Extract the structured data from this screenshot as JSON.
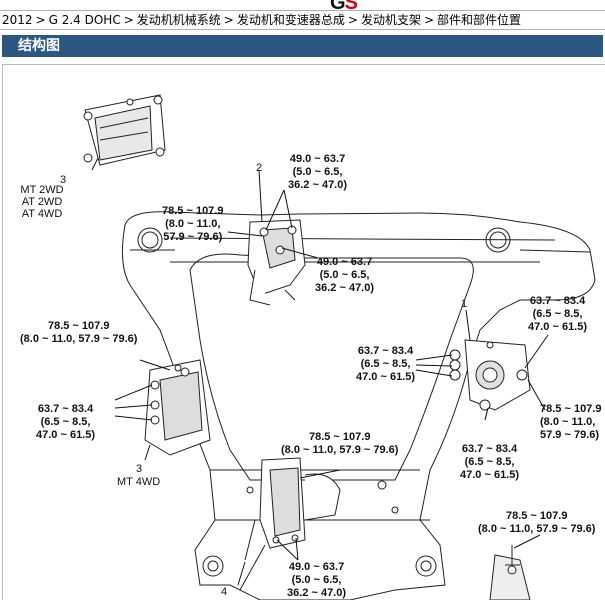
{
  "breadcrumb": {
    "items": [
      "2012",
      "G 2.4 DOHC",
      "发动机机械系统",
      "发动机和变速器总成",
      "发动机支架",
      "部件和部件位置"
    ],
    "separator": ">"
  },
  "section": {
    "title": "结构图"
  },
  "diagram": {
    "part_callouts": {
      "p1": "1",
      "p2": "2",
      "p3_top": "3",
      "p3_left": "3",
      "p4": "4"
    },
    "variants": {
      "top_left": [
        "MT 2WD",
        "AT 2WD",
        "AT 4WD"
      ],
      "left_mid": "MT 4WD"
    },
    "torques": {
      "t1": [
        "49.0 ~ 63.7",
        "(5.0 ~ 6.5,",
        "36.2 ~ 47.0)"
      ],
      "t2": [
        "78.5 ~ 107.9",
        "(8.0 ~ 11.0,",
        "57.9 ~ 79.6)"
      ],
      "t3": [
        "49.0 ~ 63.7",
        "(5.0 ~ 6.5,",
        "36.2 ~ 47.0)"
      ],
      "t4": [
        "63.7 ~ 83.4",
        "(6.5 ~ 8.5,",
        "47.0 ~ 61.5)"
      ],
      "t5": [
        "78.5 ~ 107.9",
        "(8.0 ~ 11.0, 57.9 ~ 79.6)"
      ],
      "t6": [
        "63.7 ~ 83.4",
        "(6.5 ~ 8.5,",
        "47.0 ~ 61.5)"
      ],
      "t7": [
        "63.7 ~ 83.4",
        "(6.5 ~ 8.5,",
        "47.0 ~ 61.5)"
      ],
      "t8": [
        "78.5 ~ 107.9",
        "(8.0 ~ 11.0,",
        "57.9 ~ 79.6)"
      ],
      "t9": [
        "63.7 ~ 83.4",
        "(6.5 ~ 8.5,",
        "47.0 ~ 61.5)"
      ],
      "t10": [
        "78.5 ~ 107.9",
        "(8.0 ~ 11.0, 57.9 ~ 79.6)"
      ],
      "t11": [
        "78.5 ~ 107.9",
        "(8.0 ~ 11.0, 57.9 ~ 79.6)"
      ],
      "t12": [
        "49.0 ~ 63.7",
        "(5.0 ~ 6.5,",
        "36.2 ~ 47.0)"
      ]
    }
  }
}
